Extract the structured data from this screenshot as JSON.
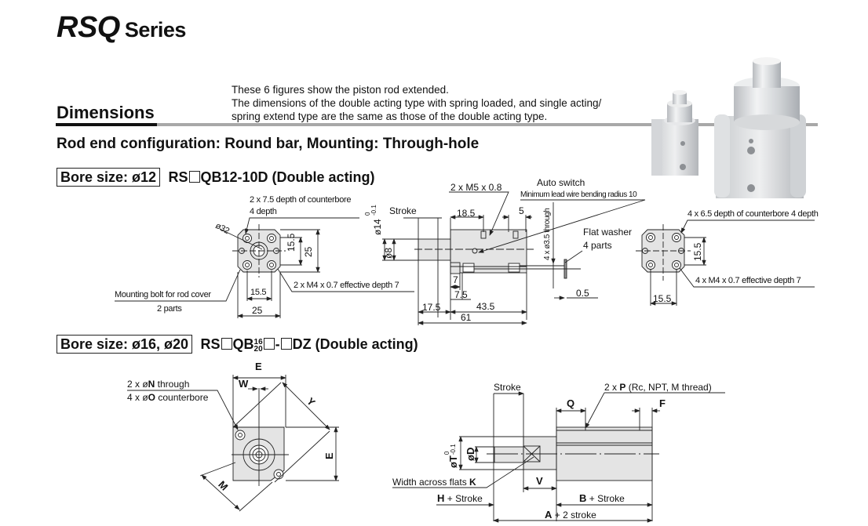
{
  "header": {
    "series_main": "RSQ",
    "series_sub": "Series",
    "section_title": "Dimensions",
    "note_lines": [
      "These 6 figures show the piston rod extended.",
      "The dimensions of the double acting type with spring loaded, and single acting/",
      "spring extend type are the same as those of the double acting type."
    ],
    "config_title": "Rod end configuration: Round bar, Mounting: Through-hole"
  },
  "colors": {
    "rule_accent": "#111111",
    "rule_gray": "#a8a8a8",
    "body_fill": "#e4e4e4",
    "line": "#222222"
  },
  "product_photo": {
    "description": "Two stopper cylinders (small and large) photo",
    "icon": "cylinder-photo"
  },
  "bore12": {
    "bore_label": "Bore size: ø12",
    "model_prefix": "RS",
    "model_suffix": "QB12-10D (Double acting)",
    "front_view": {
      "counterbore_note_1": "2 x 7.5 depth of counterbore",
      "counterbore_note_2": "4 depth",
      "dia_label": "ø32",
      "dim_height_inner": "15.5",
      "dim_height_outer": "25",
      "dim_width_inner": "15.5",
      "dim_width_outer": "25",
      "thread_note": "2 x M4 x 0.7 effective depth 7",
      "bolt_note_1": "Mounting bolt for rod cover",
      "bolt_note_2": "2 parts"
    },
    "side_view": {
      "rod_dia_label": "ø14",
      "rod_tol_top": "0",
      "rod_tol_bottom": "-0.1",
      "stroke_label": "Stroke",
      "rod_inner_dia": "ø8",
      "port_note": "2 x M5 x 0.8",
      "auto_switch": "Auto switch",
      "min_bend": "Minimum lead wire bending radius 10",
      "dim_18_5": "18.5",
      "dim_5": "5",
      "through_note": "4 x ø3.5 through",
      "flat_washer_1": "Flat washer",
      "flat_washer_2": "4 parts",
      "dim_7": "7",
      "dim_7_5": "7.5",
      "dim_17_5": "17.5",
      "dim_43_5": "43.5",
      "dim_61": "61",
      "dim_0_5": "0.5"
    },
    "rear_view": {
      "counterbore_note": "4 x 6.5 depth of counterbore 4 depth",
      "dim_height": "15.5",
      "dim_width": "15.5",
      "thread_note": "4 x M4 x 0.7 effective depth 7"
    }
  },
  "bore16_20": {
    "bore_label": "Bore size: ø16, ø20",
    "model_prefix": "RS",
    "model_mid": "QB",
    "frac_top": "16",
    "frac_bottom": "20",
    "model_dash": "-",
    "model_suffix": "DZ (Double acting)",
    "front_view": {
      "E_top": "E",
      "W": "W",
      "Y": "Y",
      "E_side": "E",
      "M": "M",
      "hole_note_1_prefix": "2 x ø",
      "hole_note_1_var": "N",
      "hole_note_1_suffix": " through",
      "hole_note_2_prefix": "4 x ø",
      "hole_note_2_var": "O",
      "hole_note_2_suffix": " counterbore"
    },
    "side_view": {
      "stroke_label": "Stroke",
      "port_prefix": "2 x ",
      "port_var": "P",
      "port_suffix": " (Rc, NPT, M thread)",
      "Q": "Q",
      "F": "F",
      "T_label": "øT",
      "T_tol_top": "0",
      "T_tol_bottom": "-0.1",
      "D_label": "øD",
      "flats_prefix": "Width across flats ",
      "flats_var": "K",
      "V": "V",
      "H_var": "H",
      "H_suffix": " + Stroke",
      "B_var": "B",
      "B_suffix": " + Stroke",
      "A_var": "A",
      "A_suffix": " + 2 stroke"
    }
  }
}
